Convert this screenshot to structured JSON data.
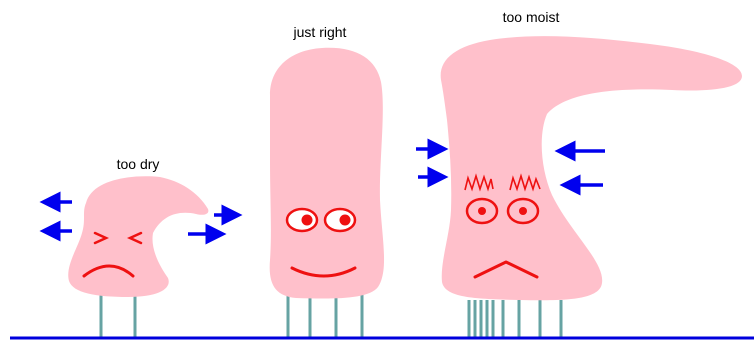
{
  "labels": {
    "too_dry": "too dry",
    "just_right": "just right",
    "too_moist": "too moist"
  },
  "colors": {
    "body": "#ffc0cb",
    "face": "#ee1111",
    "arrow": "#0000ee",
    "stalk": "#66a3a3",
    "ground": "#0000dd"
  },
  "icons": {
    "arrow": "arrow-icon",
    "eye": "eye-icon",
    "mouth": "mouth-icon"
  }
}
